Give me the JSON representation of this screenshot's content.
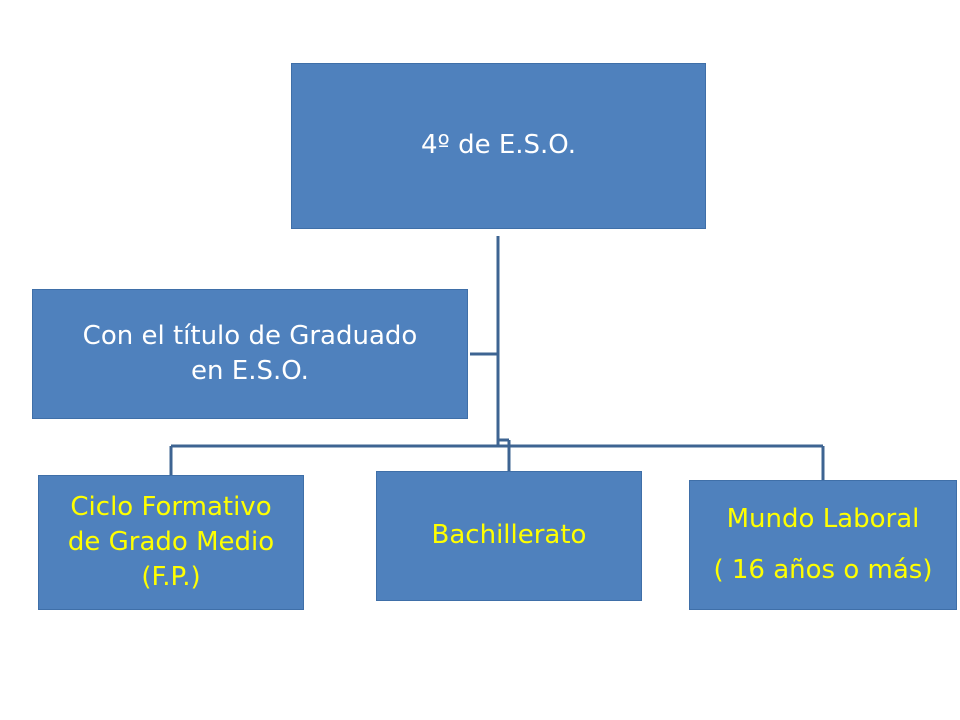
{
  "colors": {
    "box_fill": "#4f81bd",
    "connector": "#3e6492",
    "white_text": "#ffffff",
    "yellow_text": "#ffff00"
  },
  "diagram": {
    "root": {
      "label": "4º de E.S.O."
    },
    "condition": {
      "line1": "Con el título de Graduado",
      "line2": "en E.S.O."
    },
    "options": {
      "fp": {
        "line1": "Ciclo Formativo",
        "line2": "de Grado Medio",
        "line3": "(F.P.)"
      },
      "bachillerato": {
        "label": "Bachillerato"
      },
      "mundo_laboral": {
        "line1": "Mundo Laboral",
        "line2": "( 16 años o más)"
      }
    }
  }
}
